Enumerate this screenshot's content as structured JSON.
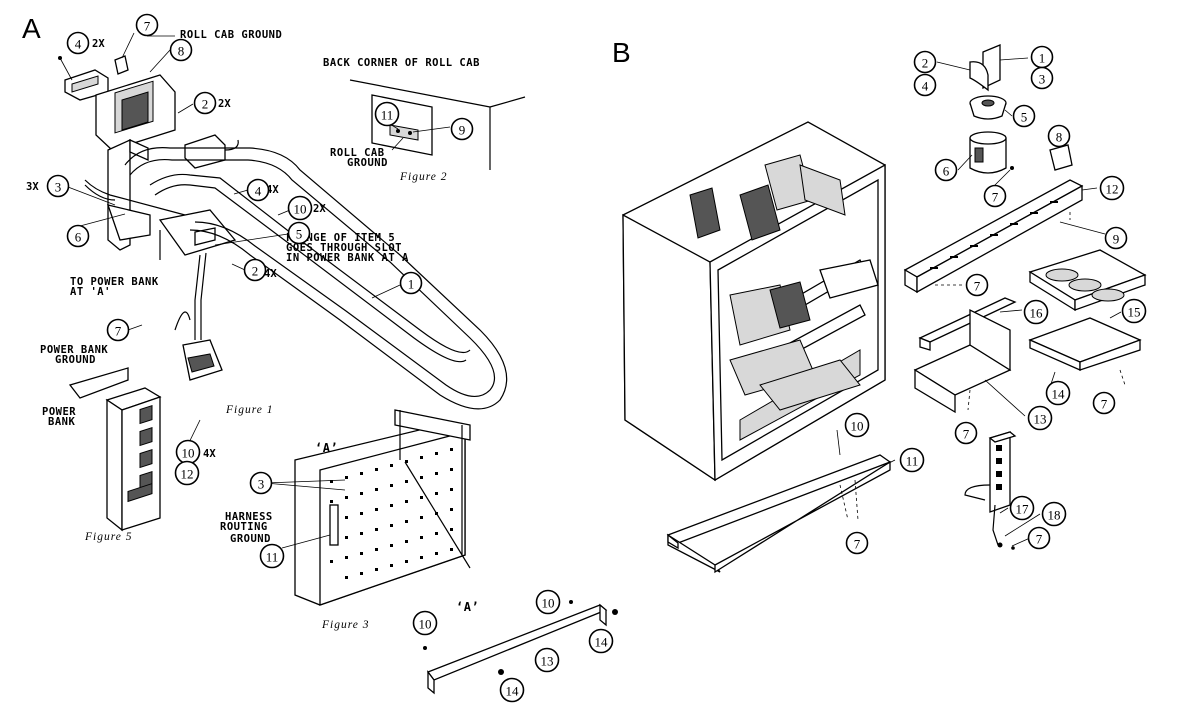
{
  "panels": [
    {
      "letter": "A"
    },
    {
      "letter": "B"
    }
  ],
  "notes": {
    "roll_cab_ground_top": "ROLL CAB GROUND",
    "back_corner": "BACK CORNER OF ROLL CAB",
    "roll_cab_ground_fig2_line1": "ROLL CAB",
    "roll_cab_ground_fig2_line2": "GROUND",
    "flange_line1": "FLANGE OF ITEM 5",
    "flange_line2": "GOES THROUGH SLOT",
    "flange_line3": "IN POWER BANK AT A",
    "to_power_bank_line1": "TO POWER BANK",
    "to_power_bank_line2": "AT 'A'",
    "power_bank_ground_line1": "POWER BANK",
    "power_bank_ground_line2": "GROUND",
    "power_bank_line1": "POWER",
    "power_bank_line2": "BANK",
    "harness_line1": "HARNESS",
    "harness_line2": "ROUTING",
    "ground": "GROUND",
    "a_marker_1": "‘A’",
    "a_marker_2": "‘A’"
  },
  "figures": {
    "fig1": "Figure 1",
    "fig2": "Figure 2",
    "fig3": "Figure 3",
    "fig5": "Figure 5"
  },
  "quantities": {
    "q4_2x": "2X",
    "q2_2x": "2X",
    "q3_3x": "3X",
    "q4_4x": "4X",
    "q10_2x": "2X",
    "q2_4x": "4X",
    "q10_4x": "4X"
  },
  "callouts_a": [
    {
      "id": "a7",
      "num": "7"
    },
    {
      "id": "a4",
      "num": "4"
    },
    {
      "id": "a8",
      "num": "8"
    },
    {
      "id": "a2",
      "num": "2"
    },
    {
      "id": "a3",
      "num": "3"
    },
    {
      "id": "a4b",
      "num": "4"
    },
    {
      "id": "a10",
      "num": "10"
    },
    {
      "id": "a6",
      "num": "6"
    },
    {
      "id": "a5",
      "num": "5"
    },
    {
      "id": "a2b",
      "num": "2"
    },
    {
      "id": "a1",
      "num": "1"
    },
    {
      "id": "a7b",
      "num": "7"
    },
    {
      "id": "a10b",
      "num": "10"
    },
    {
      "id": "a12",
      "num": "12"
    },
    {
      "id": "a11",
      "num": "11"
    },
    {
      "id": "a9",
      "num": "9"
    },
    {
      "id": "a3b",
      "num": "3"
    },
    {
      "id": "a11b",
      "num": "11"
    },
    {
      "id": "a10c",
      "num": "10"
    },
    {
      "id": "a10d",
      "num": "10"
    },
    {
      "id": "a14",
      "num": "14"
    },
    {
      "id": "a13",
      "num": "13"
    },
    {
      "id": "a14b",
      "num": "14"
    }
  ],
  "callouts_b": [
    {
      "id": "b1",
      "num": "1"
    },
    {
      "id": "b3",
      "num": "3"
    },
    {
      "id": "b2",
      "num": "2"
    },
    {
      "id": "b4",
      "num": "4"
    },
    {
      "id": "b5",
      "num": "5"
    },
    {
      "id": "b6",
      "num": "6"
    },
    {
      "id": "b7a",
      "num": "7"
    },
    {
      "id": "b8",
      "num": "8"
    },
    {
      "id": "b12",
      "num": "12"
    },
    {
      "id": "b9",
      "num": "9"
    },
    {
      "id": "b7b",
      "num": "7"
    },
    {
      "id": "b16",
      "num": "16"
    },
    {
      "id": "b15",
      "num": "15"
    },
    {
      "id": "b14",
      "num": "14"
    },
    {
      "id": "b7c",
      "num": "7"
    },
    {
      "id": "b13",
      "num": "13"
    },
    {
      "id": "b7d",
      "num": "7"
    },
    {
      "id": "b10",
      "num": "10"
    },
    {
      "id": "b11",
      "num": "11"
    },
    {
      "id": "b7e",
      "num": "7"
    },
    {
      "id": "b17",
      "num": "17"
    },
    {
      "id": "b18",
      "num": "18"
    },
    {
      "id": "b7f",
      "num": "7"
    }
  ]
}
